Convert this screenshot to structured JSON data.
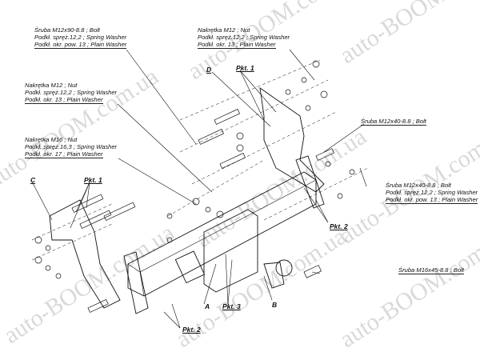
{
  "callouts": {
    "bolt_m12x90": [
      "Śruba M12x90-8.8 ; Bolt",
      "Podkł. spręż.12,2 ; Spring Washer",
      "Podkł. okr. pow. 13 ; Plain Washer"
    ],
    "nut_m12_top": [
      "Nakrętka M12 ; Nut",
      "Podkł. spręż.12,2 ; Spring Washer",
      "Podkł. okr. 13 ; Plain Washer"
    ],
    "nut_m12_left": [
      "Nakrętka M12 ; Nut",
      "Podkł. spręż.12,2 ; Spring Washer",
      "Podkł. okr. 13 ; Plain Washer"
    ],
    "nut_m16": [
      "Nakrętka M16 ; Nut",
      "Podkł. spręż.16,3 ; Spring Washer",
      "Podkł. okr. 17 ; Plain Washer"
    ],
    "bolt_m12x40": [
      "Śruba M12x40-8.8 ; Bolt"
    ],
    "bolt_m12x40_washers": [
      "Śruba M12x40-8.8 ; Bolt",
      "Podkł. spręż.12,2 ; Spring Washer",
      "Podkł. okr. pow. 13 ; Plain Washer"
    ],
    "bolt_m16x45": [
      "Śruba M16x45-8.8 ; Bolt"
    ]
  },
  "tags": {
    "A": "A",
    "B": "B",
    "C": "C",
    "D": "D",
    "pkt1_top": "Pkt. 1",
    "pkt1_left": "Pkt. 1",
    "pkt2_right": "Pkt. 2",
    "pkt2_bottom": "Pkt. 2",
    "pkt3": "Pkt. 3"
  },
  "watermark": "auto-BOOM.com.ua"
}
